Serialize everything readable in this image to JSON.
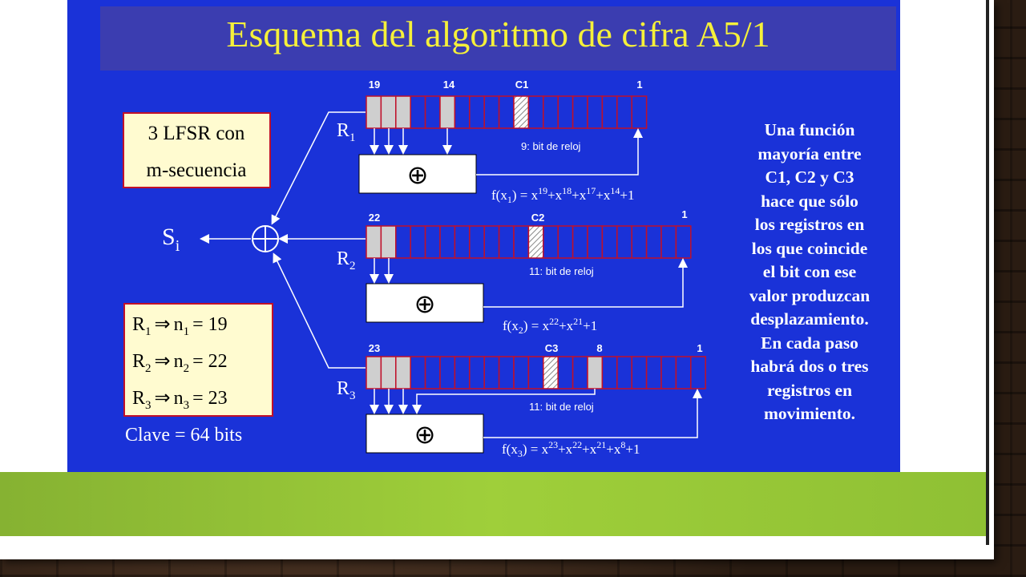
{
  "slide": {
    "title": "Esquema del algoritmo de cifra A5/1"
  },
  "lfsr_box": {
    "line1": "3 LFSR con",
    "line2": "m-secuencia"
  },
  "output_label": "S",
  "output_sub": "i",
  "registers": [
    {
      "name": "R",
      "sub": "1",
      "tap_labels": [
        "19",
        "14",
        "C1",
        "1"
      ],
      "clock_note": "9: bit de reloj",
      "poly": "f(x",
      "poly_sub": "1",
      "poly_rest": ") = x",
      "poly_terms": [
        {
          "exp": "19",
          "after": "+x"
        },
        {
          "exp": "18",
          "after": "+x"
        },
        {
          "exp": "17",
          "after": "+x"
        },
        {
          "exp": "14",
          "after": "+1"
        }
      ]
    },
    {
      "name": "R",
      "sub": "2",
      "tap_labels": [
        "22",
        "C2",
        "1"
      ],
      "clock_note": "11: bit de reloj",
      "poly": "f(x",
      "poly_sub": "2",
      "poly_rest": ") = x",
      "poly_terms": [
        {
          "exp": "22",
          "after": "+x"
        },
        {
          "exp": "21",
          "after": "+1"
        }
      ]
    },
    {
      "name": "R",
      "sub": "3",
      "tap_labels": [
        "23",
        "C3",
        "8",
        "1"
      ],
      "clock_note": "11: bit de reloj",
      "poly": "f(x",
      "poly_sub": "3",
      "poly_rest": ") = x",
      "poly_terms": [
        {
          "exp": "23",
          "after": "+x"
        },
        {
          "exp": "22",
          "after": "+x"
        },
        {
          "exp": "21",
          "after": "+x"
        },
        {
          "exp": "8",
          "after": "+1"
        }
      ]
    }
  ],
  "xor_symbol": "⊕",
  "lengths_box": [
    {
      "r": "R",
      "rsub": "1",
      "arrow": "⇒",
      "n": "n",
      "nsub": "1",
      "eq": "= 19"
    },
    {
      "r": "R",
      "rsub": "2",
      "arrow": "⇒",
      "n": "n",
      "nsub": "2",
      "eq": "= 22"
    },
    {
      "r": "R",
      "rsub": "3",
      "arrow": "⇒",
      "n": "n",
      "nsub": "3",
      "eq": "= 23"
    }
  ],
  "key_text": "Clave = 64 bits",
  "description": [
    "Una función",
    "mayoría entre",
    "C1, C2 y C3",
    "hace que sólo",
    "los registros en",
    "los que coincide",
    "el bit con ese",
    "valor produzcan",
    "desplazamiento.",
    "En cada paso",
    "habrá dos o tres",
    "registros en",
    "movimiento."
  ],
  "colors": {
    "panel_blue": "#1a32d8",
    "title_band": "#3b3db0",
    "title_yellow": "#f5f03a",
    "register_border": "#c0102a",
    "box_fill": "#fffbd0",
    "green_bar": "#9fcf3a"
  }
}
